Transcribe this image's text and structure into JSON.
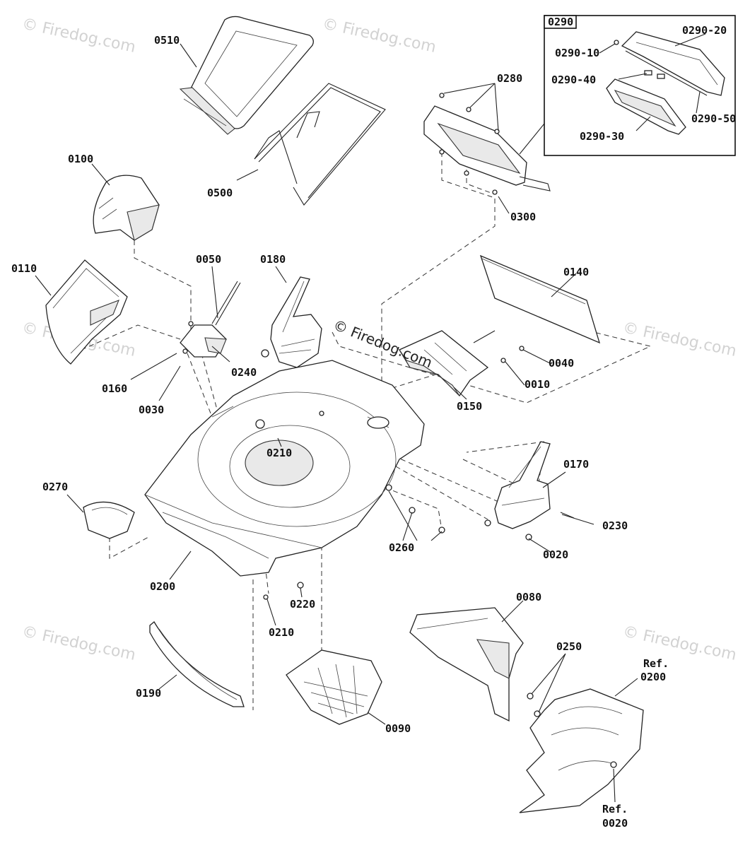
{
  "watermarks": {
    "corner_text": "© Firedog.com",
    "center_text": "© Firedog.com"
  },
  "labels": {
    "p0510": "0510",
    "p0500": "0500",
    "p0100": "0100",
    "p0110": "0110",
    "p0050": "0050",
    "p0180": "0180",
    "p0160": "0160",
    "p0030": "0030",
    "p0240": "0240",
    "p0280": "0280",
    "p0300": "0300",
    "p0140": "0140",
    "p0040": "0040",
    "p0010": "0010",
    "p0150": "0150",
    "p0210a": "0210",
    "p0270": "0270",
    "p0200": "0200",
    "p0170": "0170",
    "p0230": "0230",
    "p0020": "0020",
    "p0260": "0260",
    "p0220": "0220",
    "p0210b": "0210",
    "p0190": "0190",
    "p0090": "0090",
    "p0080": "0080",
    "p0250": "0250",
    "ref0200_a": "Ref.",
    "ref0200_b": "0200",
    "ref0020_a": "Ref.",
    "ref0020_b": "0020"
  },
  "inset": {
    "title": "0290",
    "p0290_10": "0290-10",
    "p0290_20": "0290-20",
    "p0290_30": "0290-30",
    "p0290_40": "0290-40",
    "p0290_50": "0290-50"
  }
}
